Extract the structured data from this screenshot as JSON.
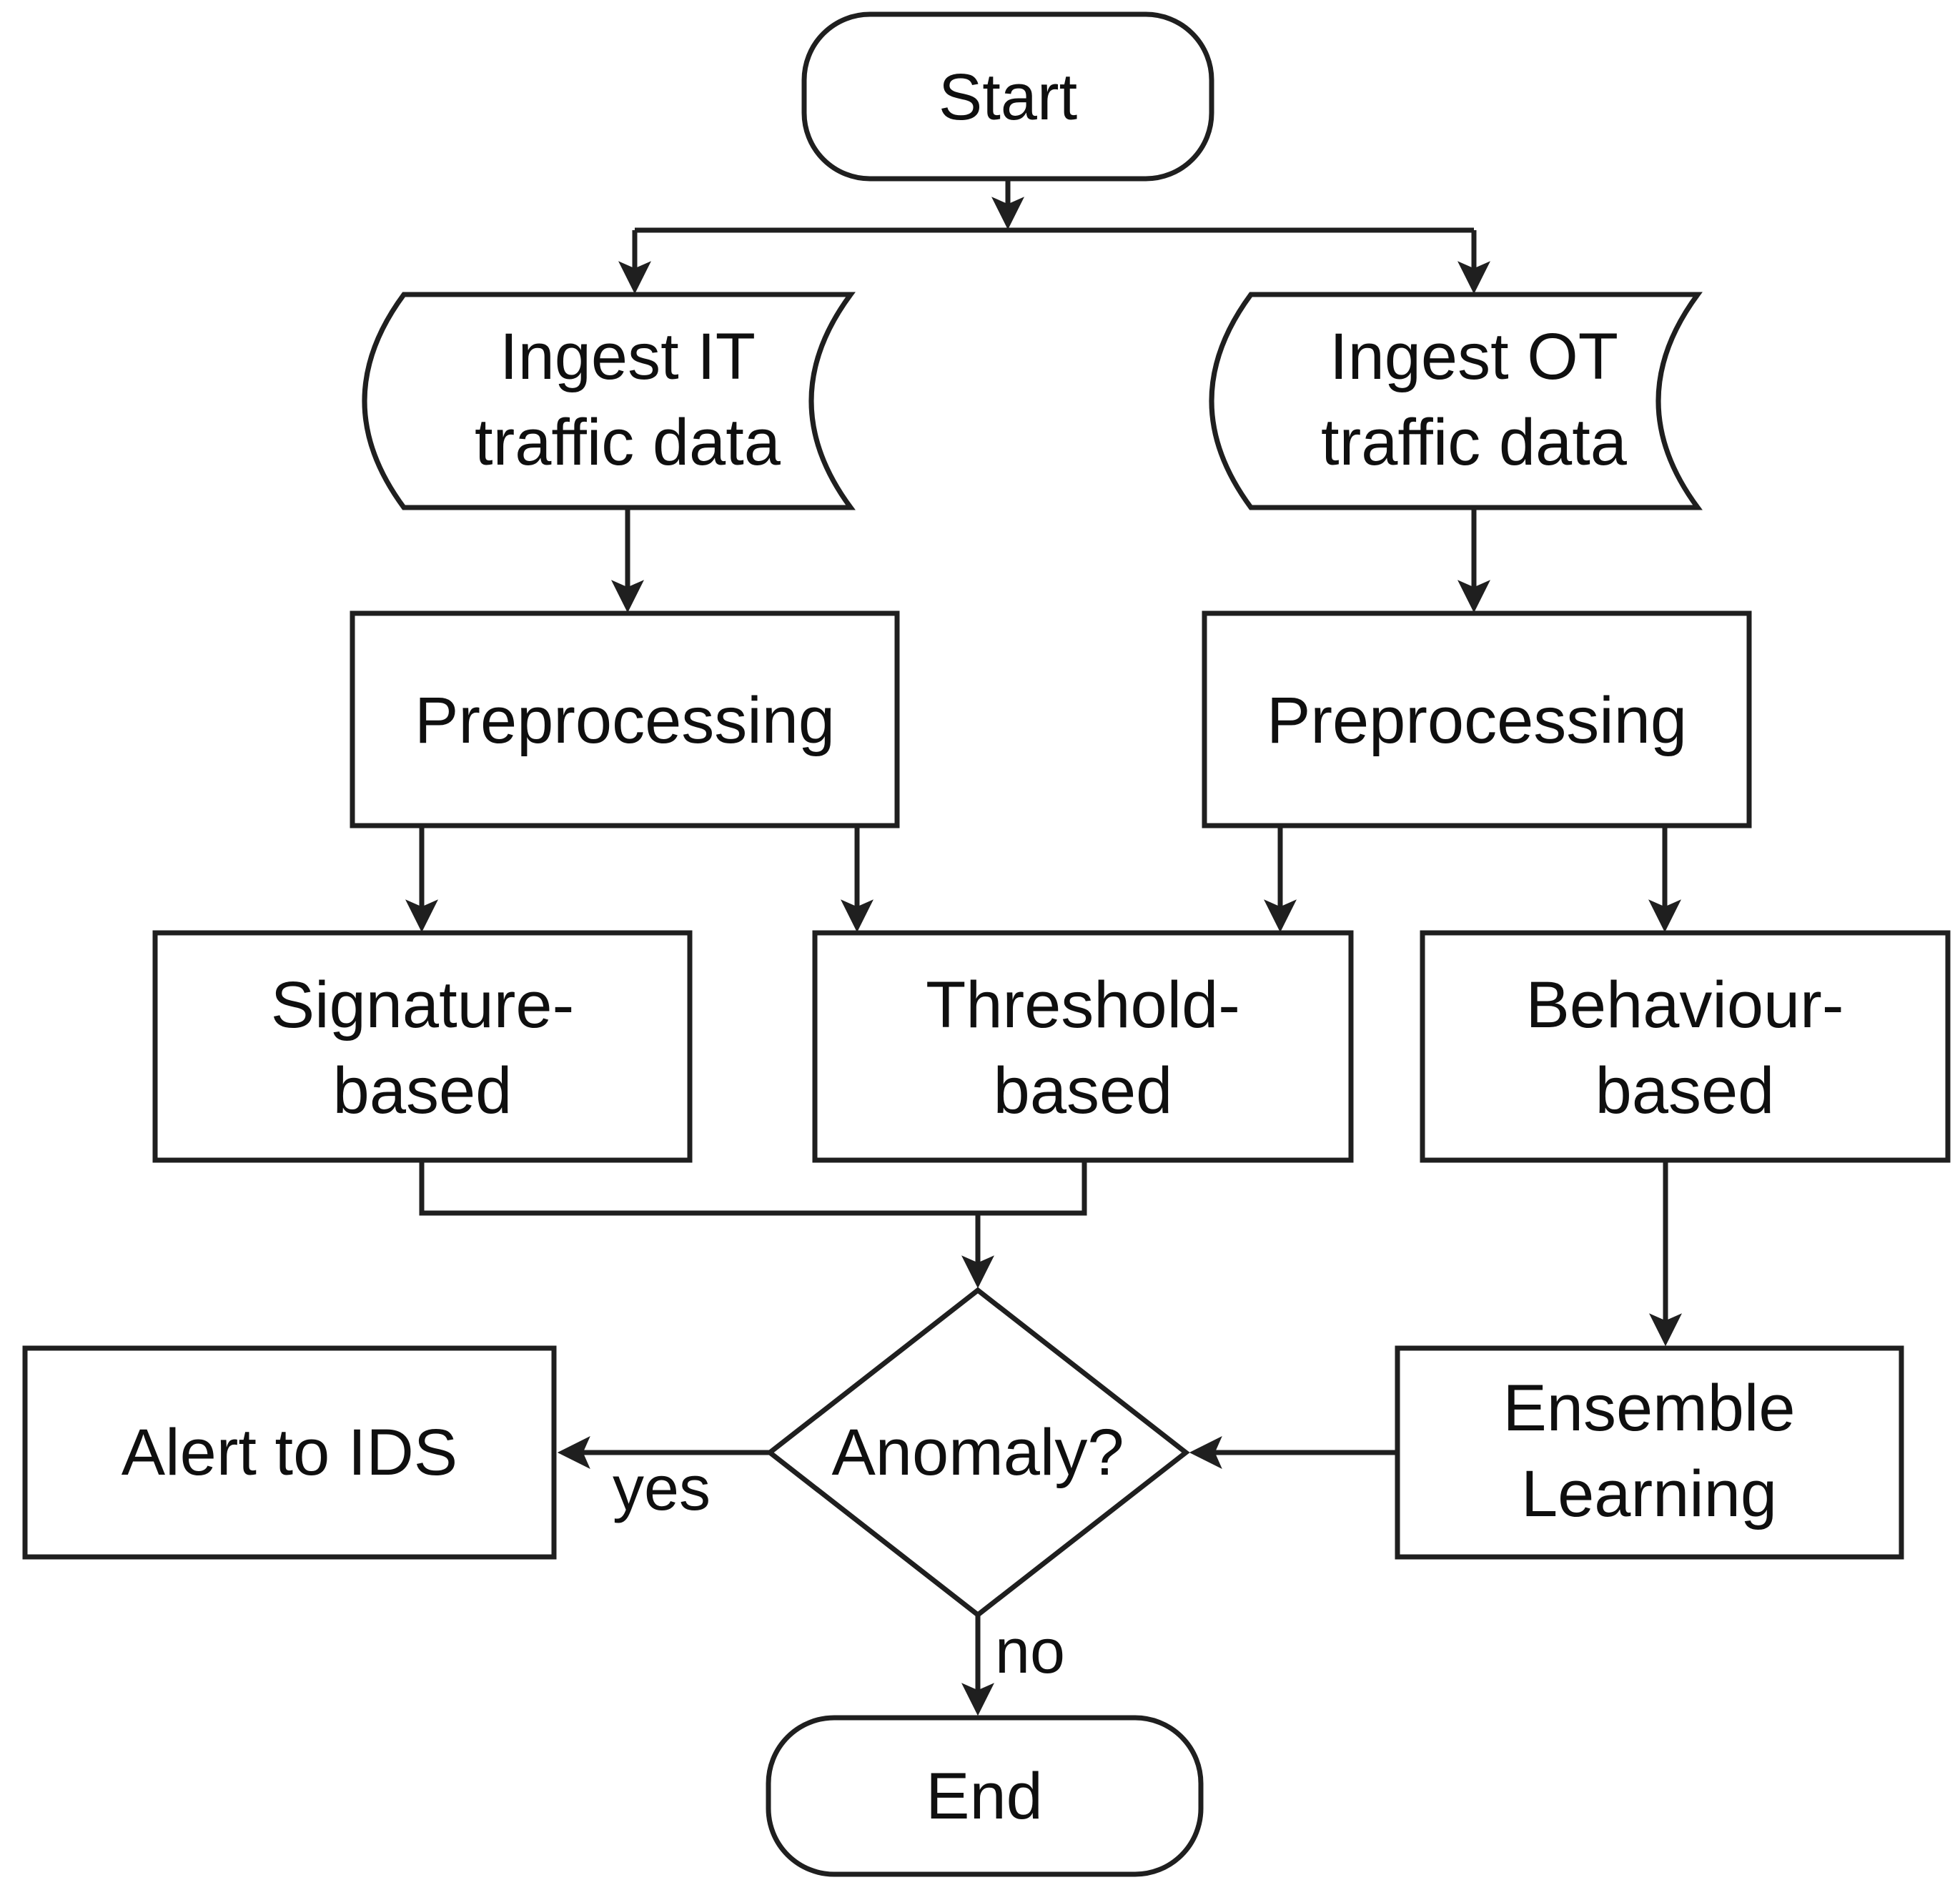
{
  "diagram": {
    "background": "#ffffff",
    "stroke_color": "#1f1f1f",
    "text_color": "#0f0f0f",
    "nodes": {
      "start": {
        "type": "terminator",
        "label": "Start"
      },
      "ingest_it": {
        "type": "stored-data",
        "lines": [
          "Ingest IT",
          "traffic data"
        ]
      },
      "ingest_ot": {
        "type": "stored-data",
        "lines": [
          "Ingest OT",
          "traffic data"
        ]
      },
      "preprocessing_it": {
        "type": "process",
        "label": "Preprocessing"
      },
      "preprocessing_ot": {
        "type": "process",
        "label": "Preprocessing"
      },
      "signature_based": {
        "type": "process",
        "lines": [
          "Signature-",
          "based"
        ]
      },
      "threshold_based": {
        "type": "process",
        "lines": [
          "Threshold-",
          "based"
        ]
      },
      "behaviour_based": {
        "type": "process",
        "lines": [
          "Behaviour-",
          "based"
        ]
      },
      "anomaly_decision": {
        "type": "decision",
        "label": "Anomaly?"
      },
      "alert_to_ids": {
        "type": "process",
        "label": "Alert to IDS"
      },
      "ensemble_learning": {
        "type": "process",
        "lines": [
          "Ensemble",
          "Learning"
        ]
      },
      "end": {
        "type": "terminator",
        "label": "End"
      }
    },
    "edge_labels": {
      "yes": "yes",
      "no": "no"
    },
    "edges": [
      {
        "from": "start",
        "to": "ingest_it"
      },
      {
        "from": "start",
        "to": "ingest_ot"
      },
      {
        "from": "ingest_it",
        "to": "preprocessing_it"
      },
      {
        "from": "ingest_ot",
        "to": "preprocessing_ot"
      },
      {
        "from": "preprocessing_it",
        "to": "signature_based"
      },
      {
        "from": "preprocessing_it",
        "to": "threshold_based"
      },
      {
        "from": "preprocessing_ot",
        "to": "threshold_based"
      },
      {
        "from": "preprocessing_ot",
        "to": "behaviour_based"
      },
      {
        "from": "signature_based",
        "to": "anomaly_decision"
      },
      {
        "from": "threshold_based",
        "to": "anomaly_decision"
      },
      {
        "from": "behaviour_based",
        "to": "ensemble_learning"
      },
      {
        "from": "ensemble_learning",
        "to": "anomaly_decision"
      },
      {
        "from": "anomaly_decision",
        "to": "alert_to_ids",
        "label": "yes"
      },
      {
        "from": "anomaly_decision",
        "to": "end",
        "label": "no"
      }
    ]
  }
}
